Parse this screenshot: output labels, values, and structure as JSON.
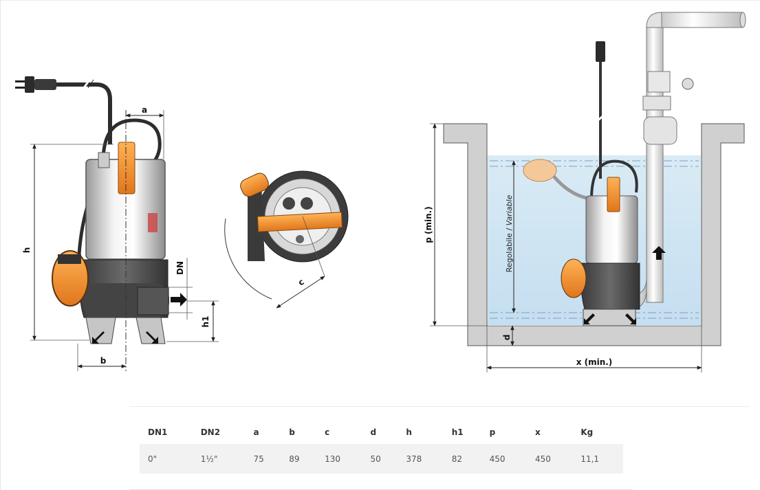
{
  "diagram": {
    "labels": {
      "a": "a",
      "b": "b",
      "c": "c",
      "d": "d",
      "h": "h",
      "h1": "h1",
      "dn": "DN",
      "p_min": "p  (min.)",
      "x_min": "x (min.)",
      "variable_it": "Regolabile / ",
      "variable_en": "Variable"
    }
  },
  "specs": {
    "headers": [
      "DN1",
      "DN2",
      "a",
      "b",
      "c",
      "d",
      "h",
      "h1",
      "p",
      "x",
      "Kg"
    ],
    "rows": [
      [
        "0\"",
        "1½\"",
        "75",
        "89",
        "130",
        "50",
        "378",
        "82",
        "450",
        "450",
        "11,1"
      ]
    ]
  }
}
